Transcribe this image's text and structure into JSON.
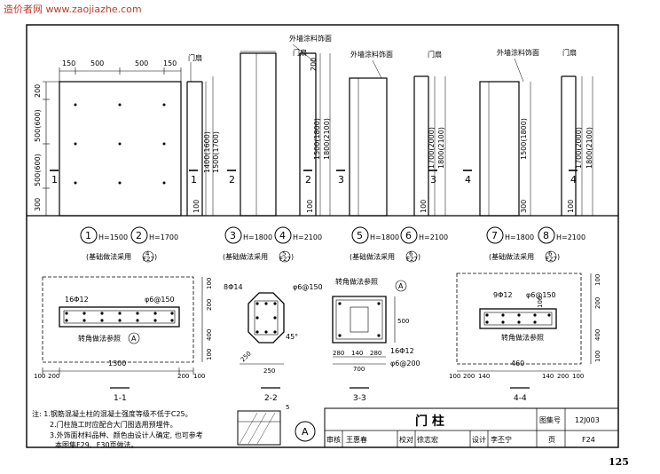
{
  "watermark": "造价者网 www.zaojiazhe.com",
  "page_number": "125",
  "elevations": {
    "top_dims": [
      "150",
      "500",
      "500",
      "150"
    ],
    "side_dims": [
      "200",
      "500(600)",
      "500(600)",
      "300"
    ],
    "labels": {
      "finish1": "外墙涂料饰面",
      "finish2": "外墙涂料饰面",
      "finish3": "外墙涂料饰面",
      "gate1": "门扇",
      "gate2": "门扇",
      "gate3": "门扇",
      "gate4": "门扇"
    },
    "vdims": {
      "a1": "1400(1600)",
      "a2": "1500(1700)",
      "a3": "100",
      "b1": "200",
      "b2": "1500(1800)",
      "b3": "1800(2100)",
      "b4": "100",
      "c1": "1700(2000)",
      "c2": "1800(2100)",
      "c3": "100",
      "d1": "1500(1800)",
      "d2": "300",
      "e1": "1700(2000)",
      "e2": "1800(2100)",
      "e3": "100"
    },
    "marks": [
      "1",
      "1",
      "2",
      "2",
      "3",
      "3",
      "4",
      "4"
    ]
  },
  "post_types": {
    "circles": [
      "1",
      "2",
      "3",
      "4",
      "5",
      "6",
      "7",
      "8"
    ],
    "heights": [
      "H=1500",
      "H=1700",
      "H=1800",
      "H=2100",
      "H=1800",
      "H=2100",
      "H=1800",
      "H=2100"
    ],
    "foundation_a": "(基础做法采用",
    "foundation_close": ")",
    "ref_fractions": [
      [
        "4",
        "F27"
      ],
      [
        "5",
        "F27"
      ],
      [
        "6",
        "F27"
      ],
      [
        "6",
        "F27"
      ]
    ]
  },
  "sections": {
    "s1": {
      "title": "1-1",
      "rebar": "16Φ12",
      "stirrup": "φ6@150",
      "corner": "转角做法参照",
      "ref": "A",
      "width": "1300",
      "edge": [
        "100",
        "200",
        "200",
        "100"
      ],
      "side": [
        "100",
        "200",
        "400",
        "100"
      ]
    },
    "s2": {
      "title": "2-2",
      "rebar": "8Φ14",
      "stirrup": "φ6@150",
      "angle": "45°",
      "dims": [
        "250",
        "250"
      ]
    },
    "s3": {
      "title": "3-3",
      "note": "转角做法参照",
      "ref": "A",
      "height": "500",
      "rebar": "16Φ12",
      "stirrup": "φ6@200",
      "dims": [
        "280",
        "140",
        "280"
      ],
      "total": "700"
    },
    "s4": {
      "title": "4-4",
      "rebar": "9Φ12",
      "stirrup": "φ6@150",
      "corner": "转角做法参照",
      "width": "460",
      "edge": [
        "100",
        "200",
        "140",
        "140",
        "200",
        "100"
      ],
      "side": [
        "100",
        "200",
        "400",
        "100"
      ],
      "inner": "100"
    }
  },
  "detail_a": {
    "ref": "A",
    "dim": "5"
  },
  "notes": [
    "注: 1.钢筋混凝土柱的混凝土强度等级不低于C25。",
    "2.门柱施工时应配合大门图选用预埋件。",
    "3.外饰面材料品种、颜色由设计人确定, 也可参考",
    "本图集F29、F30页做法。"
  ],
  "title_block": {
    "title": "门  柱",
    "set_label": "图集号",
    "set_no": "12J003",
    "review": "审核",
    "reviewer": "王惠春",
    "check": "校对",
    "checker": "徐志宏",
    "design": "设计",
    "designer": "李丕宁",
    "page_label": "页",
    "page": "F24"
  }
}
